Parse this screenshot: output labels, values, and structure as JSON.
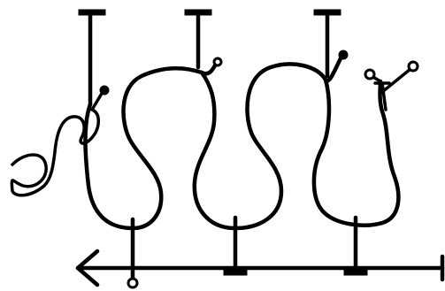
{
  "drawing": {
    "style": "hand-drawn black line sketch on white background",
    "colors": {
      "ink": "#000000",
      "background": "#ffffff"
    },
    "elements": [
      "left-squiggle",
      "serpentine-loop-1",
      "serpentine-loop-2",
      "serpentine-loop-3",
      "top-stem-1",
      "top-stem-2",
      "top-stem-3",
      "bottom-stem-1",
      "bottom-stem-2",
      "bottom-stem-3",
      "horizontal-arrow-left",
      "forked-end-right"
    ]
  }
}
